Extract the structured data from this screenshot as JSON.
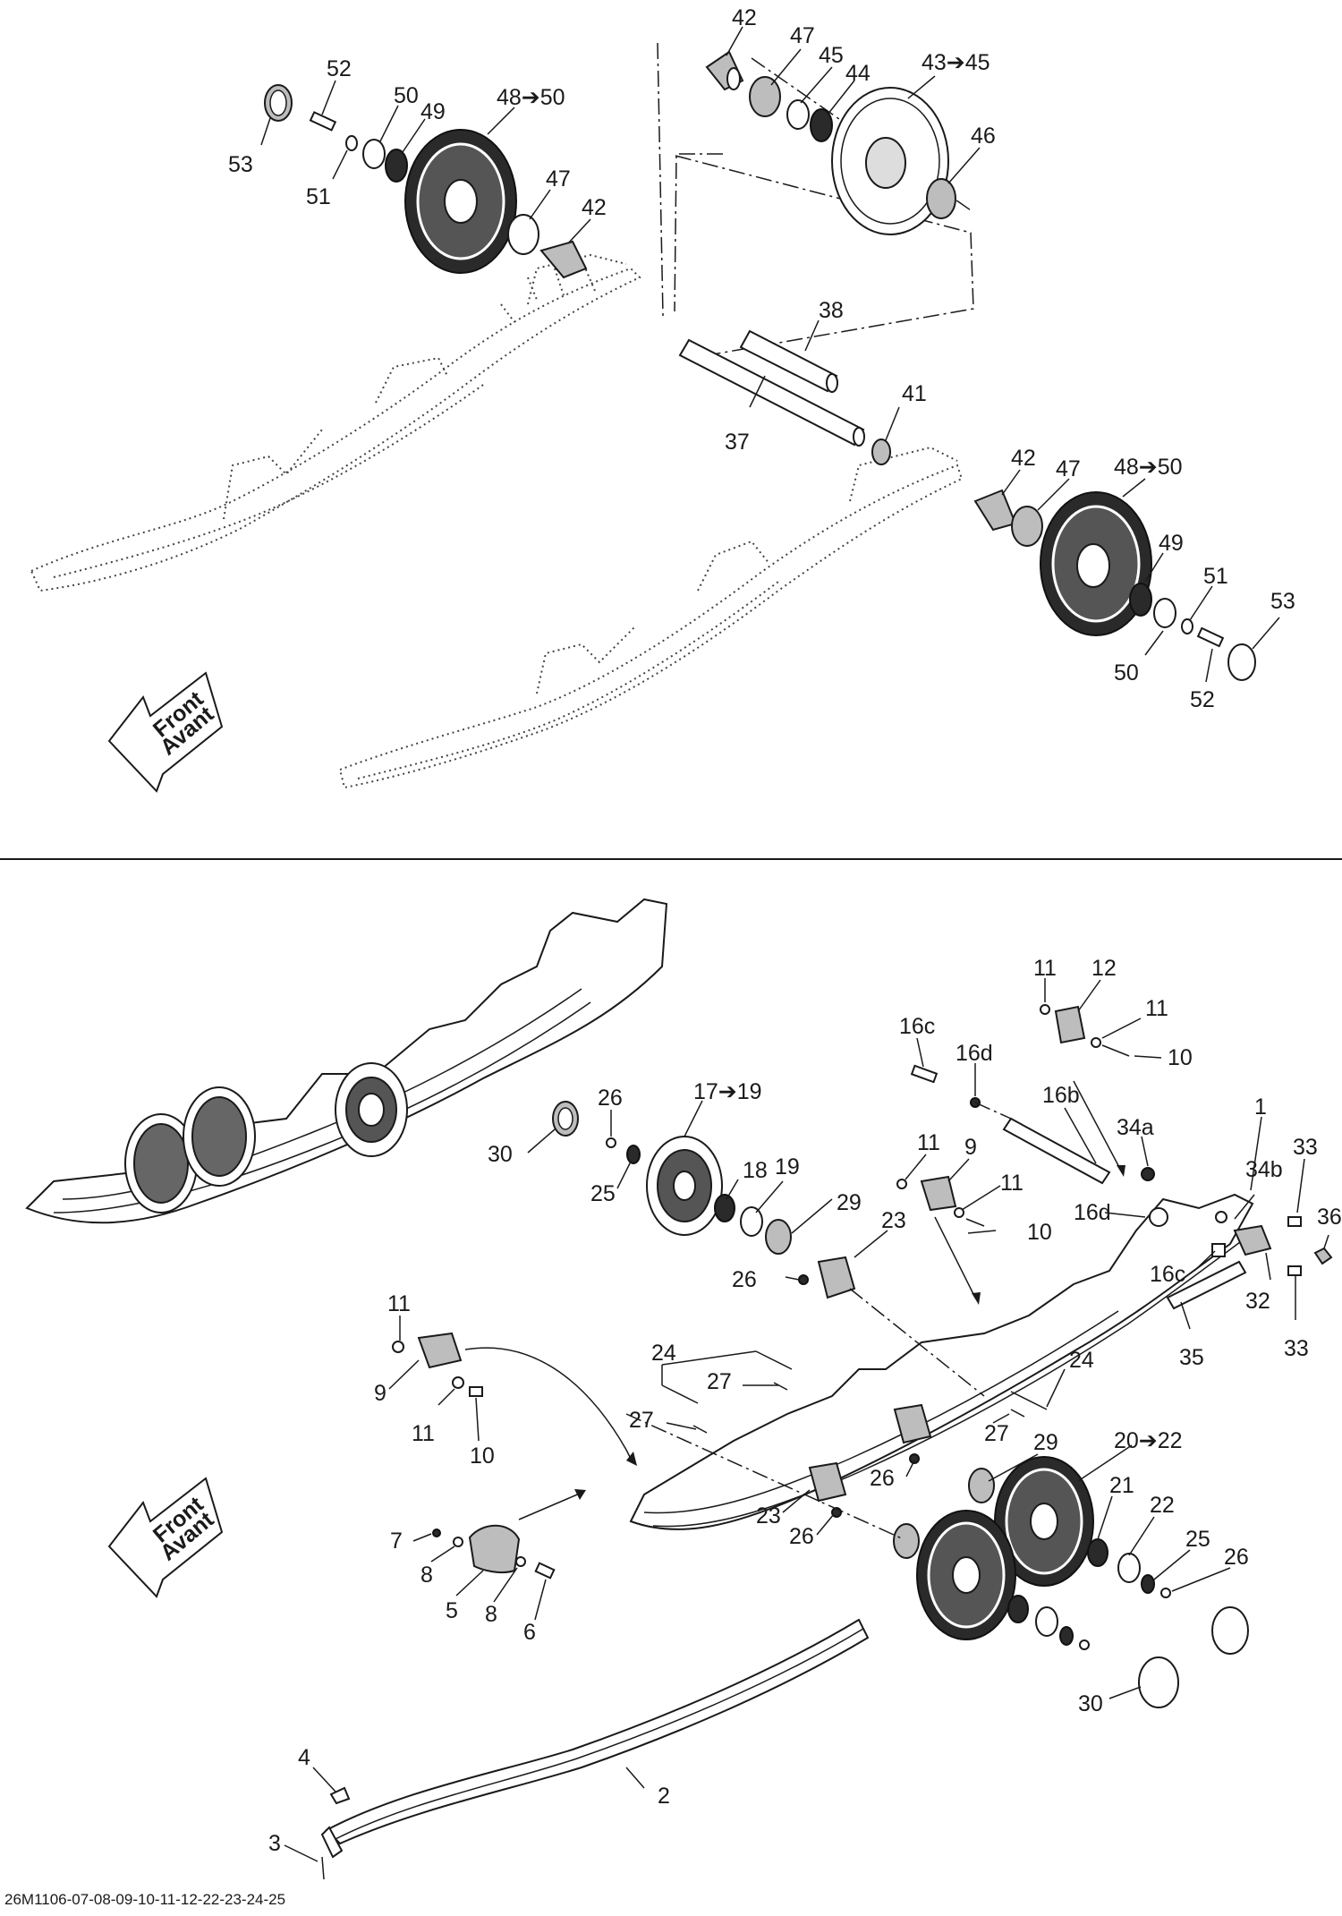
{
  "reference_code": "26M1106-07-08-09-10-11-12-22-23-24-25",
  "front_arrow": {
    "line1": "Front",
    "line2": "Avant"
  },
  "callouts_top": {
    "c42a": "42",
    "c47a": "47",
    "c45": "45",
    "c44": "44",
    "c43_45": "43➔45",
    "c46": "46",
    "c52a": "52",
    "c50a": "50",
    "c49a": "49",
    "c48_50a": "48➔50",
    "c53a": "53",
    "c51a": "51",
    "c47b": "47",
    "c42b": "42",
    "c38": "38",
    "c41": "41",
    "c37": "37",
    "c42c": "42",
    "c47c": "47",
    "c48_50b": "48➔50",
    "c49b": "49",
    "c51b": "51",
    "c53b": "53",
    "c50b": "50",
    "c52b": "52"
  },
  "callouts_bottom": {
    "c11a": "11",
    "c12": "12",
    "c11b": "11",
    "c10a": "10",
    "c16c_a": "16c",
    "c16d_a": "16d",
    "c17_19": "17➔19",
    "c26a": "26",
    "c30a": "30",
    "c16b": "16b",
    "c1": "1",
    "c34a": "34a",
    "c33a": "33",
    "c18": "18",
    "c25a": "25",
    "c19": "19",
    "c11c": "11",
    "c9a": "9",
    "c34b": "34b",
    "c36": "36",
    "c11d": "11",
    "c29a": "29",
    "c16d_b": "16d",
    "c10b": "10",
    "c23a": "23",
    "c26b": "26",
    "c16c_b": "16c",
    "c32": "32",
    "c11e": "11",
    "c35": "35",
    "c33b": "33",
    "c9b": "9",
    "c24a": "24",
    "c24b": "24",
    "c27a": "27",
    "c11f": "11",
    "c10c": "10",
    "c27b": "27",
    "c27c": "27",
    "c29b": "29",
    "c20_22": "20➔22",
    "c26c": "26",
    "c21": "21",
    "c23b": "23",
    "c26d": "26",
    "c22": "22",
    "c25b": "25",
    "c26e": "26",
    "c7": "7",
    "c8a": "8",
    "c5": "5",
    "c8b": "8",
    "c6": "6",
    "c30b": "30",
    "c2": "2",
    "c4": "4",
    "c3": "3"
  }
}
